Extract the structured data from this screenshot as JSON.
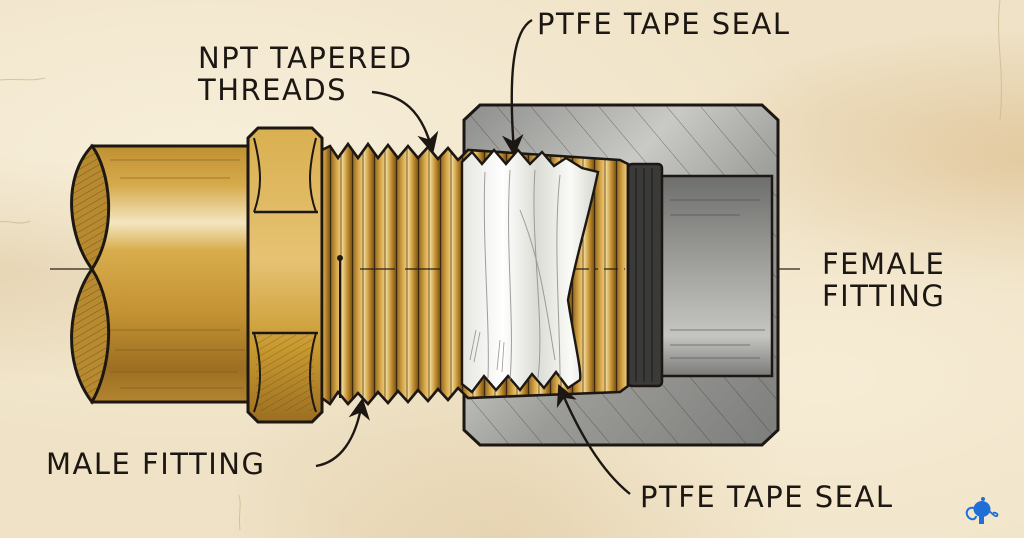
{
  "diagram": {
    "subject": "Threaded pipe connection cross-section",
    "style": "vintage hand-drawn illustration on aged paper",
    "labels": {
      "npt_threads": {
        "line1": "NPT TAPERED",
        "line2": "THREADS"
      },
      "ptfe_top": "PTFE TAPE SEAL",
      "female_fitting": {
        "line1": "FEMALE",
        "line2": "FITTING"
      },
      "male_fitting": "MALE FITTING",
      "ptfe_bottom": "PTFE TAPE SEAL"
    },
    "components": [
      {
        "name": "male fitting",
        "material": "brass",
        "color": "#c8962e"
      },
      {
        "name": "hex nut",
        "material": "brass",
        "color": "#d2a53e"
      },
      {
        "name": "NPT tapered threads",
        "material": "brass",
        "color": "#b8862a"
      },
      {
        "name": "PTFE tape",
        "material": "PTFE",
        "color": "#f2f2ee"
      },
      {
        "name": "female fitting",
        "material": "steel",
        "color": "#9a9a98"
      }
    ],
    "colors": {
      "paper": "#efe2c6",
      "ink": "#1c1712",
      "brass": "#c8962e",
      "steel": "#9a9a98",
      "ptfe": "#f2f2ee",
      "watermark": "#1f6fd6"
    },
    "watermark_icon": "watering-can-icon"
  }
}
